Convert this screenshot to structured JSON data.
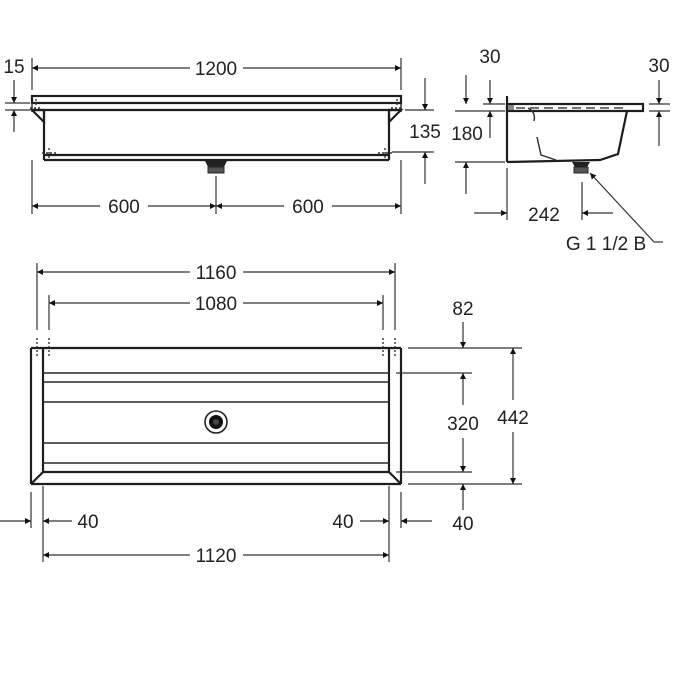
{
  "drawing": {
    "type": "technical-dimension-drawing",
    "subject": "wall-mounted stainless steel trough sink",
    "units": "mm",
    "colors": {
      "line": "#1e1e1e",
      "dimension": "#333333",
      "background": "#ffffff"
    }
  },
  "front_view": {
    "dims": {
      "overall_width": "1200",
      "rim_height": "15",
      "bowl_depth": "135",
      "left_to_drain": "600",
      "drain_to_right": "600"
    }
  },
  "side_view": {
    "dims": {
      "rim_left": "30",
      "rim_right": "30",
      "height": "180",
      "drain_offset": "242"
    },
    "drain_label": "G 1 1/2 B"
  },
  "plan_view": {
    "dims": {
      "outer_width": "1160",
      "inner_width": "1080",
      "back_offset": "82",
      "bowl_depth": "320",
      "overall_depth": "442",
      "front_offset": "40",
      "left_margin": "40",
      "right_margin": "40",
      "base_width": "1120"
    }
  }
}
